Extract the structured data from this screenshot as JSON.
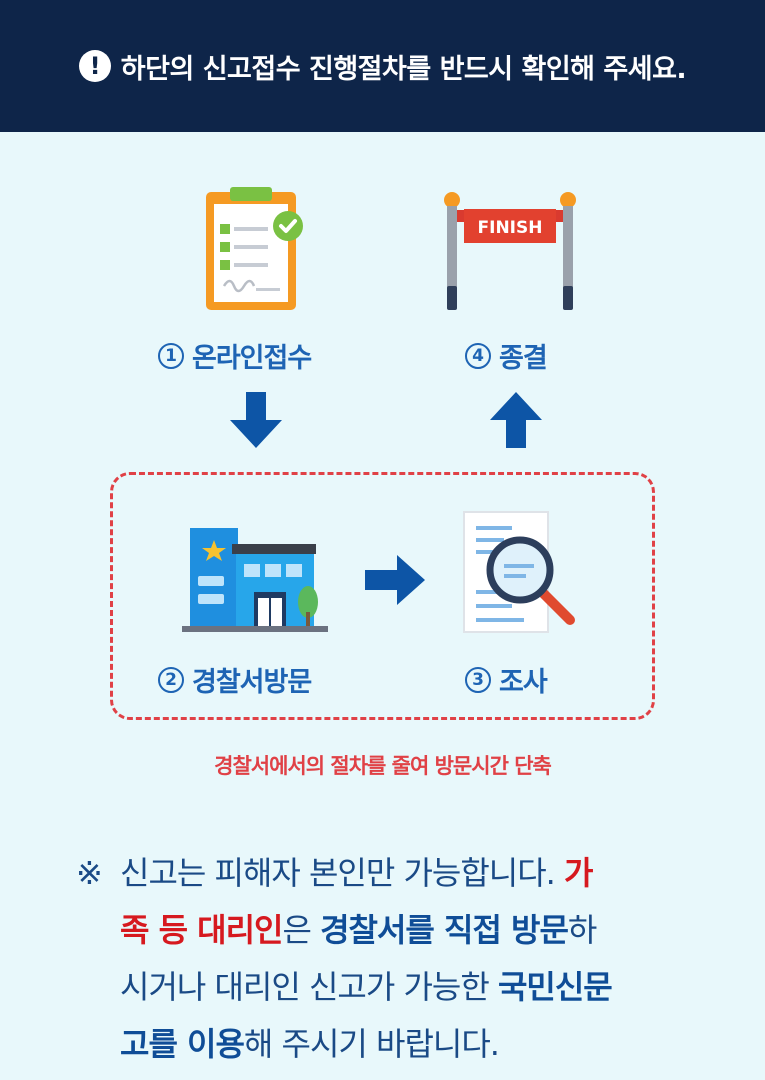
{
  "header": {
    "alert_glyph": "!",
    "title": "하단의 신고접수 진행절차를 반드시 확인해 주세요."
  },
  "steps": [
    {
      "num": "1",
      "label": "온라인접수",
      "icon": "clipboard-icon"
    },
    {
      "num": "2",
      "label": "경찰서방문",
      "icon": "police-station-icon"
    },
    {
      "num": "3",
      "label": "조사",
      "icon": "magnifier-document-icon"
    },
    {
      "num": "4",
      "label": "종결",
      "icon": "finish-line-icon"
    }
  ],
  "finish_banner": "FINISH",
  "highlight_note": "경찰서에서의 절차를 줄여 방문시간 단축",
  "notice": {
    "mark": "※",
    "l1_plain": "신고는 피해자 본인만 가능합니다.",
    "l1_red": "가",
    "l2_red": "족 등 대리인",
    "l2_plain1": "은",
    "l2_blue": "경찰서를 직접 방문",
    "l2_plain2": "하",
    "l3_plain": "시거나 대리인 신고가 가능한",
    "l3_blue": "국민신문",
    "l4_blue": "고를 이용",
    "l4_plain": "해 주시기 바랍니다."
  },
  "colors": {
    "header_bg": "#0e2549",
    "page_bg": "#e8f8fb",
    "step_blue": "#1e64b4",
    "arrow_blue": "#0d55a6",
    "dash_red": "#e04146",
    "emphasis_red": "#d6191f"
  }
}
